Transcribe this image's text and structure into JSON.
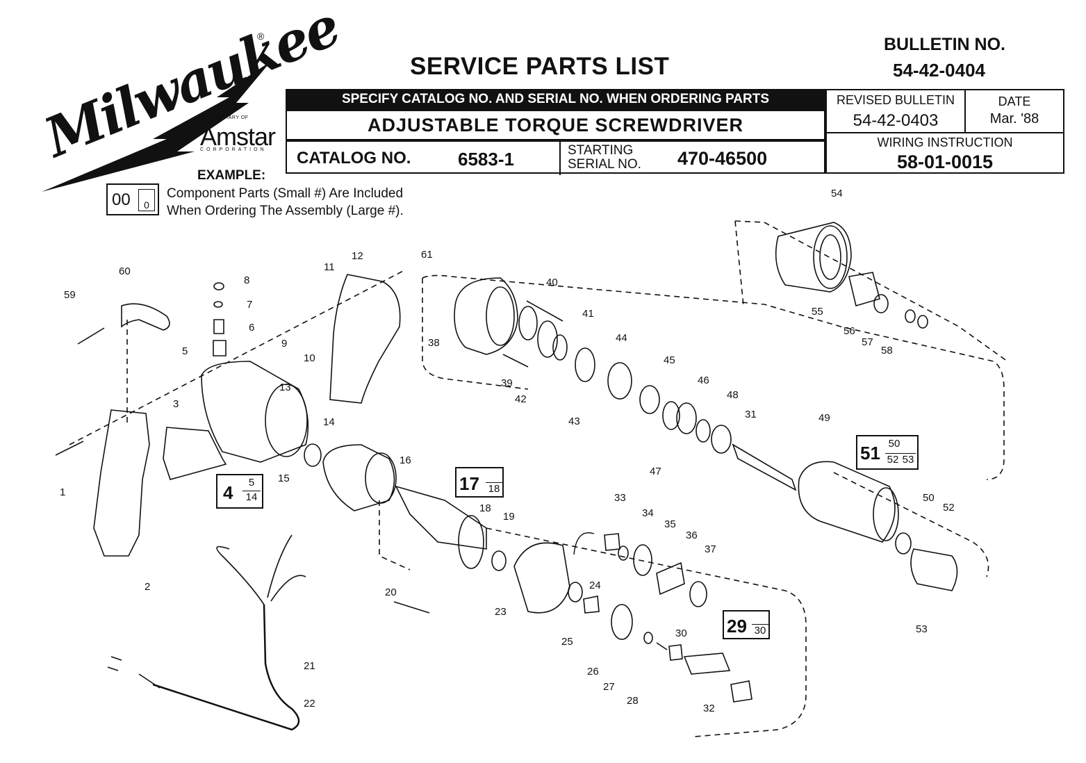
{
  "header": {
    "brand": "Milwaukee",
    "brand_reg": "®",
    "subsidiary_text": "A SUBSIDIARY OF",
    "parent_company": "Amstar",
    "parent_corp": "CORPORATION",
    "title": "SERVICE PARTS LIST",
    "bulletin_label": "BULLETIN NO.",
    "bulletin_no": "54-42-0404",
    "banner": "SPECIFY CATALOG NO. AND SERIAL NO. WHEN ORDERING PARTS",
    "product_name": "ADJUSTABLE  TORQUE SCREWDRIVER",
    "catalog_label": "CATALOG NO.",
    "catalog_no": "6583-1",
    "starting_label_1": "STARTING",
    "starting_label_2": "SERIAL NO.",
    "serial_no": "470-46500",
    "revised_label": "REVISED BULLETIN",
    "revised_no": "54-42-0403",
    "date_label": "DATE",
    "date_value": "Mar. '88",
    "wiring_label": "WIRING INSTRUCTION",
    "wiring_no": "58-01-0015"
  },
  "example": {
    "label": "EXAMPLE:",
    "big": "00",
    "small": "0",
    "line1": "Component Parts (Small #) Are Included",
    "line2": "When Ordering The Assembly (Large #)."
  },
  "parts": {
    "p1": "1",
    "p2": "2",
    "p3": "3",
    "p5": "5",
    "p6": "6",
    "p7": "7",
    "p8": "8",
    "p9": "9",
    "p10": "10",
    "p11": "11",
    "p12": "12",
    "p13": "13",
    "p14": "14",
    "p15": "15",
    "p16": "16",
    "p18": "18",
    "p19": "19",
    "p20": "20",
    "p21": "21",
    "p22": "22",
    "p23": "23",
    "p24": "24",
    "p25": "25",
    "p26": "26",
    "p27": "27",
    "p28": "28",
    "p30": "30",
    "p31": "31",
    "p32": "32",
    "p33": "33",
    "p34": "34",
    "p35": "35",
    "p36": "36",
    "p37": "37",
    "p38": "38",
    "p39": "39",
    "p40": "40",
    "p41": "41",
    "p42": "42",
    "p43": "43",
    "p44": "44",
    "p45": "45",
    "p46": "46",
    "p47": "47",
    "p48": "48",
    "p49": "49",
    "p50": "50",
    "p52": "52",
    "p53": "53",
    "p54": "54",
    "p55": "55",
    "p56": "56",
    "p57": "57",
    "p58": "58",
    "p59": "59",
    "p60": "60",
    "p61": "61"
  },
  "assemblies": {
    "a4": {
      "big": "4",
      "s1": "5",
      "s2": "14"
    },
    "a17": {
      "big": "17",
      "s1": "18"
    },
    "a29": {
      "big": "29",
      "s1": "30"
    },
    "a51": {
      "big": "51",
      "s1": "50",
      "s2": "52",
      "s3": "53"
    }
  }
}
